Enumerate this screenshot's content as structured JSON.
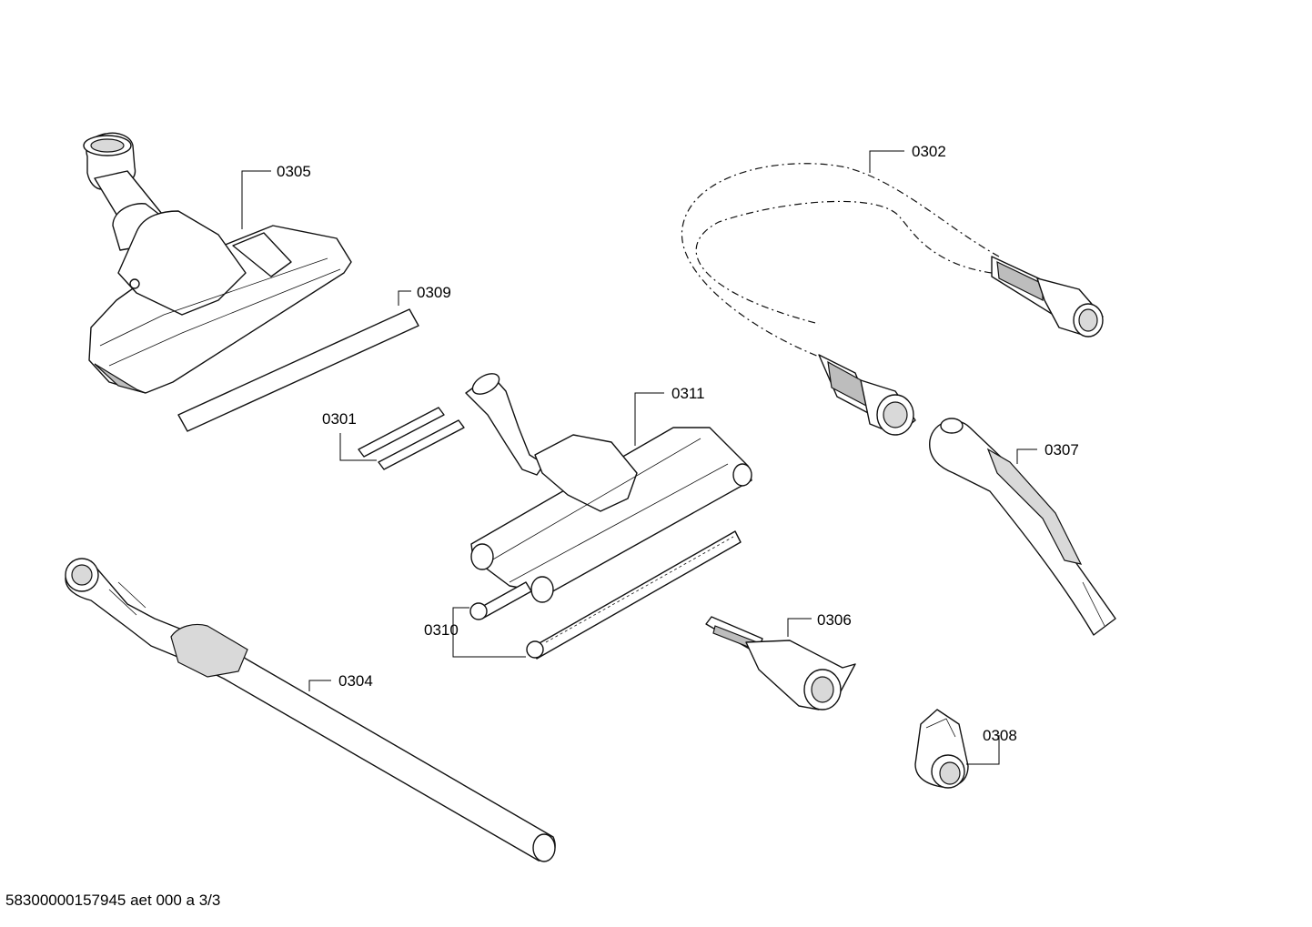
{
  "parts": [
    {
      "id": "0305",
      "name": "floor-nozzle"
    },
    {
      "id": "0309",
      "name": "nozzle-strip"
    },
    {
      "id": "0301",
      "name": "strips"
    },
    {
      "id": "0311",
      "name": "hard-floor-nozzle"
    },
    {
      "id": "0310",
      "name": "brush-rollers"
    },
    {
      "id": "0302",
      "name": "suction-hose"
    },
    {
      "id": "0307",
      "name": "handle"
    },
    {
      "id": "0306",
      "name": "crevice-tool"
    },
    {
      "id": "0308",
      "name": "clip"
    },
    {
      "id": "0304",
      "name": "telescopic-tube"
    }
  ],
  "footer": "58300000157945 aet 000 a 3/3"
}
